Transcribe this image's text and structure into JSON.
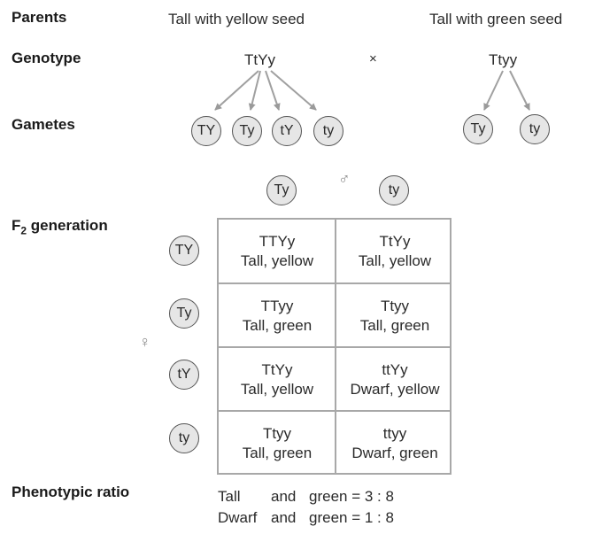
{
  "labels": {
    "parents": "Parents",
    "genotype": "Genotype",
    "gametes": "Gametes",
    "f2_main": "F",
    "f2_sub": "2",
    "f2_rest": " generation",
    "phenotypic_ratio": "Phenotypic ratio"
  },
  "parents": {
    "female_phenotype": "Tall with yellow seed",
    "male_phenotype": "Tall with green seed",
    "female_genotype": "TtYy",
    "cross": "×",
    "male_genotype": "Ttyy"
  },
  "gametes": {
    "female": [
      "TY",
      "Ty",
      "tY",
      "ty"
    ],
    "male": [
      "Ty",
      "ty"
    ]
  },
  "symbols": {
    "male": "♂",
    "female": "♀"
  },
  "punnett": {
    "col_headers": [
      "Ty",
      "ty"
    ],
    "row_headers": [
      "TY",
      "Ty",
      "tY",
      "ty"
    ],
    "cells": [
      [
        {
          "genotype": "TTYy",
          "phenotype": "Tall, yellow"
        },
        {
          "genotype": "TtYy",
          "phenotype": "Tall, yellow"
        }
      ],
      [
        {
          "genotype": "TTyy",
          "phenotype": "Tall, green"
        },
        {
          "genotype": "Ttyy",
          "phenotype": "Tall, green"
        }
      ],
      [
        {
          "genotype": "TtYy",
          "phenotype": "Tall, yellow"
        },
        {
          "genotype": "ttYy",
          "phenotype": "Dwarf, yellow"
        }
      ],
      [
        {
          "genotype": "Ttyy",
          "phenotype": "Tall, green"
        },
        {
          "genotype": "ttyy",
          "phenotype": "Dwarf, green"
        }
      ]
    ]
  },
  "ratios": [
    {
      "trait": "Tall",
      "joiner": "and",
      "value": "green = 3 : 8"
    },
    {
      "trait": "Dwarf",
      "joiner": "and",
      "value": "green = 1 : 8"
    }
  ]
}
